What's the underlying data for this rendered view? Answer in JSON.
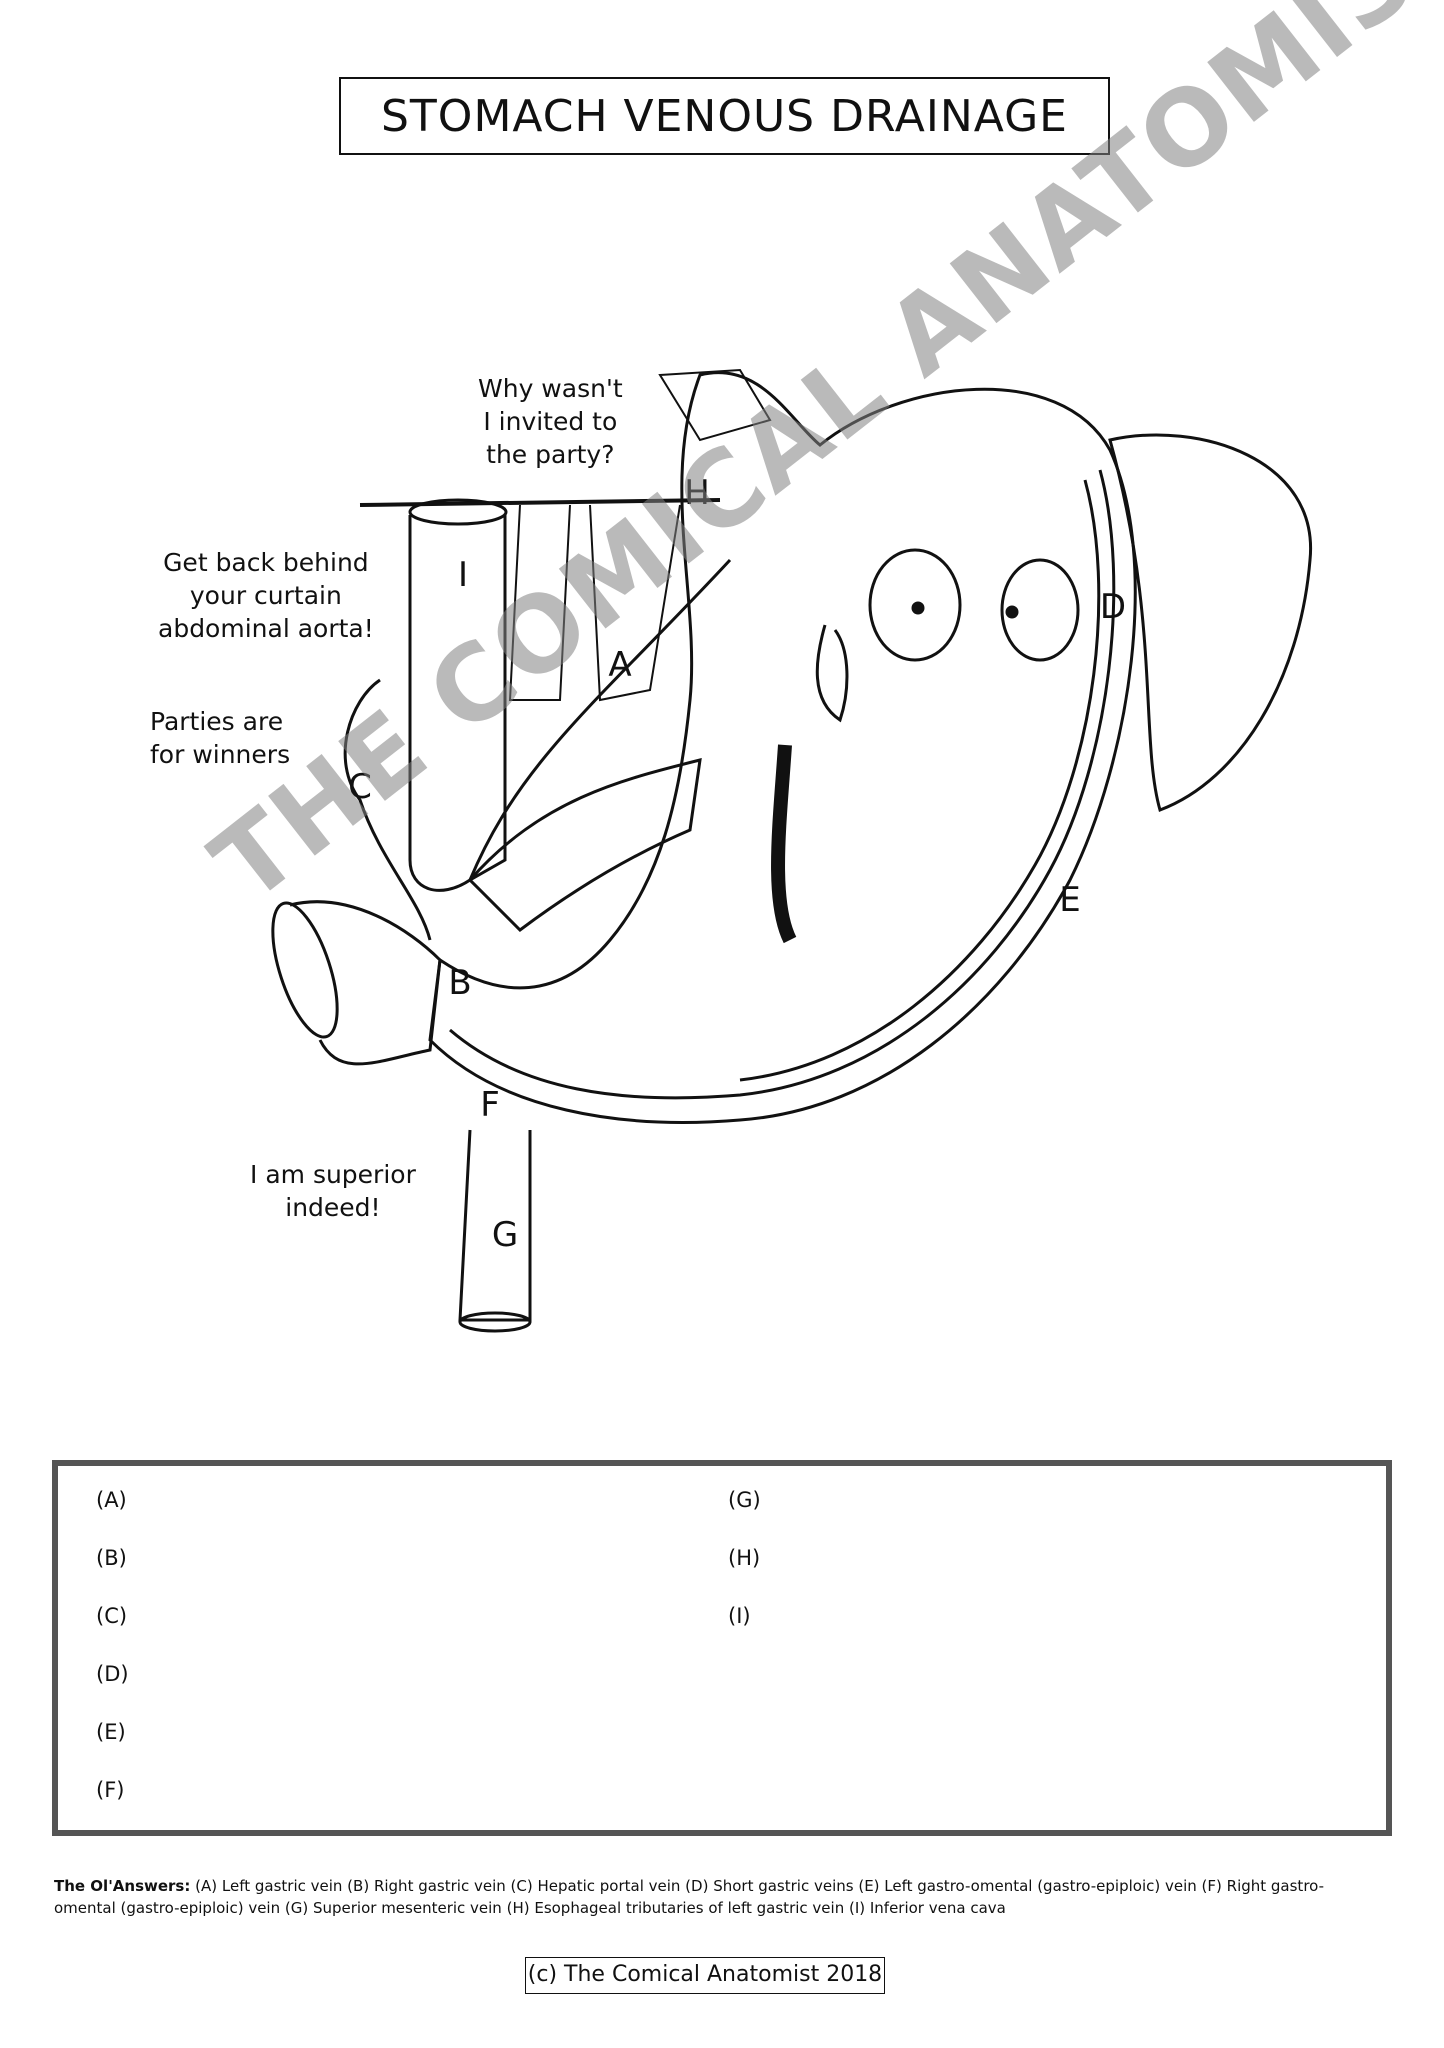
{
  "title": "STOMACH VENOUS DRAINAGE",
  "bubbles": {
    "ivc": "Why wasn't\nI invited to\nthe party?",
    "portal_curtain": "Get back behind\nyour curtain\nabdominal aorta!",
    "parties": "Parties are\nfor winners",
    "superior": "I am superior\nindeed!"
  },
  "markers": [
    "A",
    "B",
    "C",
    "D",
    "E",
    "F",
    "G",
    "H",
    "I"
  ],
  "watermark": "THE COMICAL ANATOMIST",
  "answer_labels_left": [
    "(A)",
    "(B)",
    "(C)",
    "(D)",
    "(E)",
    "(F)"
  ],
  "answer_labels_right": [
    "(G)",
    "(H)",
    "(I)"
  ],
  "answers_heading": "The Ol'Answers:",
  "answers_text": "(A) Left gastric vein (B) Right gastric vein (C) Hepatic portal vein (D) Short gastric veins (E) Left gastro-omental (gastro-epiploic) vein (F) Right gastro-omental (gastro-epiploic) vein (G) Superior mesenteric vein (H) Esophageal tributaries of left gastric vein (I) Inferior vena cava",
  "copyright": "(c) The Comical Anatomist 2018"
}
